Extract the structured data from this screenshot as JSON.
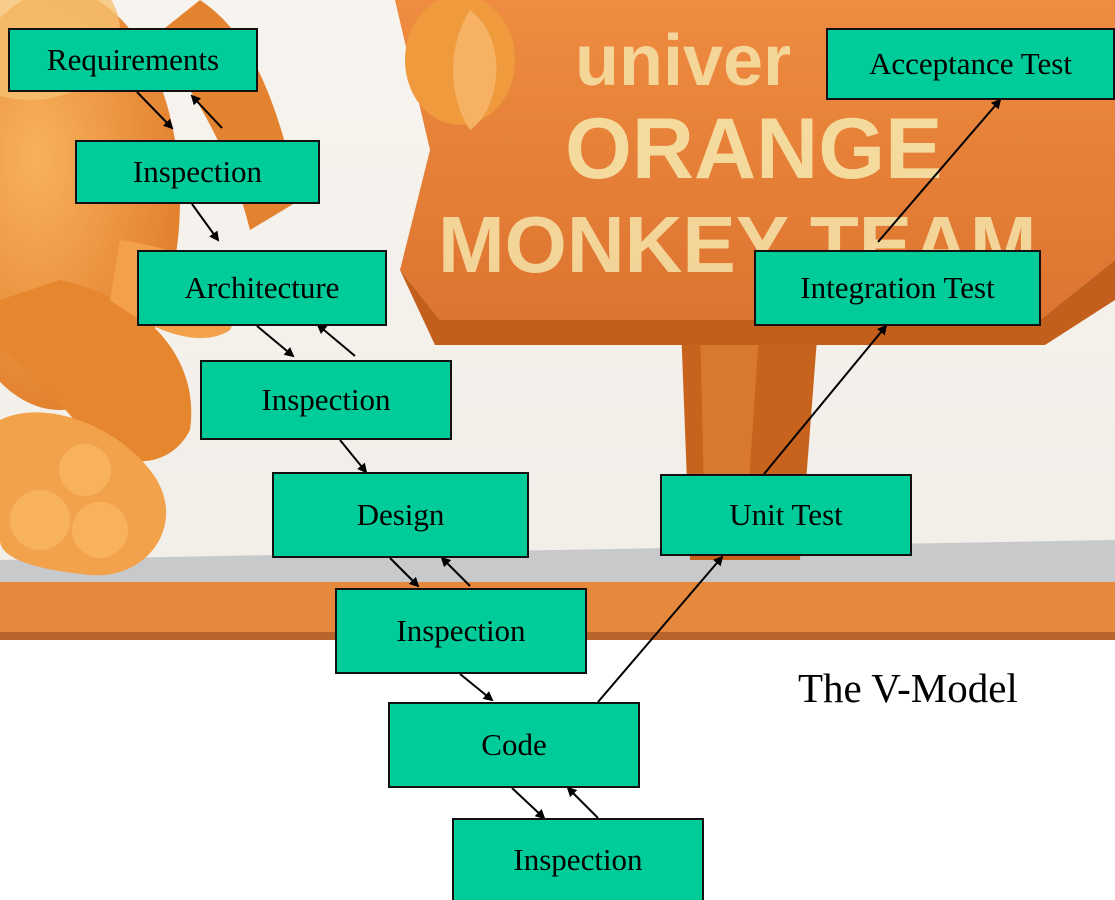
{
  "background": {
    "sign_lines": [
      "univer",
      "ORANGE",
      "MONKEY TEAM"
    ],
    "colors": {
      "sky": "#f4f1ec",
      "sign": "#e8843a",
      "sign_dark": "#c8631d",
      "sign_text": "#f6dfa4",
      "shelf": "#e6893d",
      "table": "#c9cbcc",
      "monkey": "#f09a3e",
      "mane": "#f6b262"
    }
  },
  "boxes": {
    "requirements": "Requirements",
    "inspection_1": "Inspection",
    "architecture": "Architecture",
    "inspection_2": "Inspection",
    "design": "Design",
    "inspection_3": "Inspection",
    "code": "Code",
    "inspection_4": "Inspection",
    "unit_test": "Unit Test",
    "integration_test": "Integration Test",
    "acceptance_test": "Acceptance Test"
  },
  "caption": "The V-Model",
  "colors": {
    "box_fill": "#00cc99",
    "box_border": "#111111",
    "arrow": "#000000"
  }
}
